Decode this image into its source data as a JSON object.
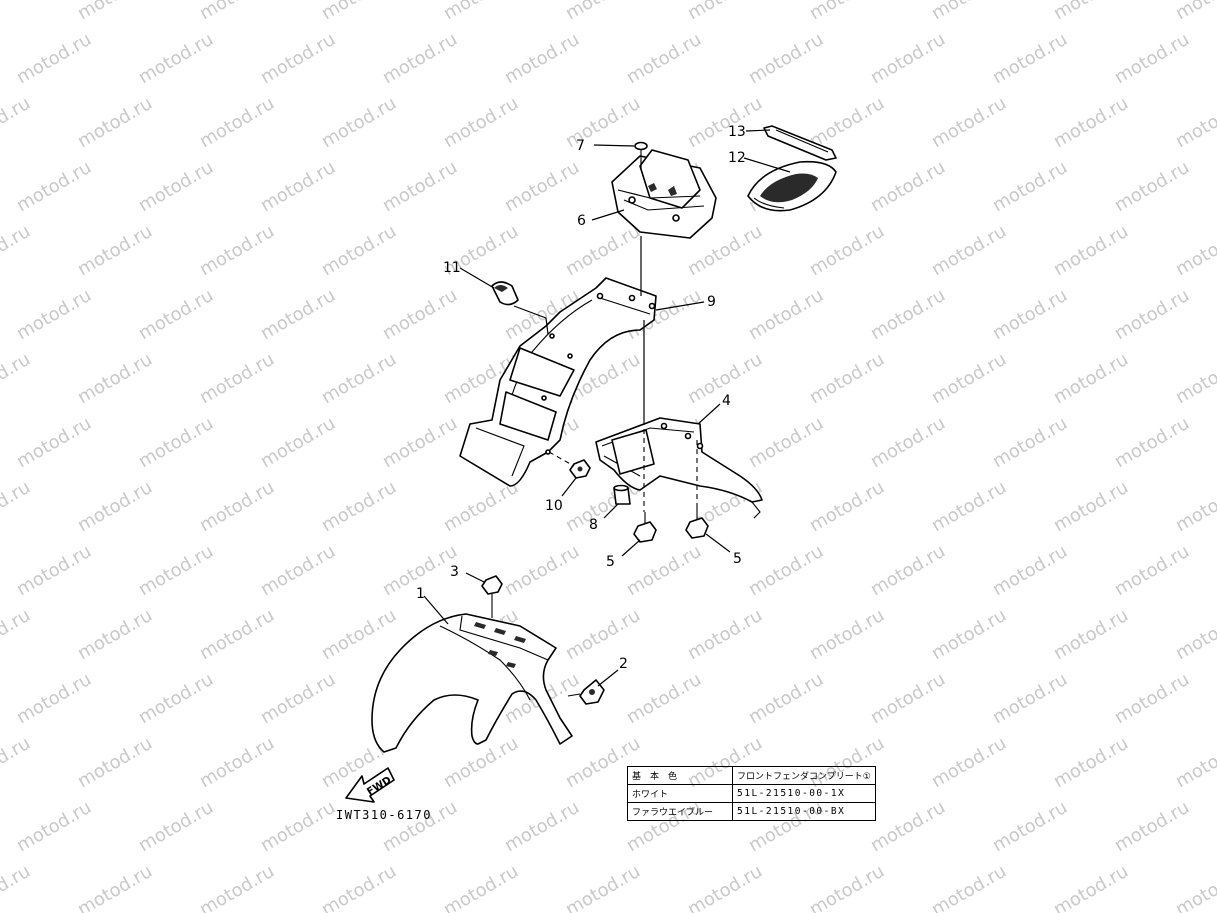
{
  "watermark": "motod.ru",
  "callouts": [
    "1",
    "2",
    "3",
    "4",
    "5",
    "5",
    "6",
    "7",
    "8",
    "9",
    "10",
    "11",
    "12",
    "13"
  ],
  "fwd_label": "FWD",
  "doc_code": "IWT310-6170",
  "table": {
    "header": [
      "基　本　色",
      "フロントフェンダコンプリート①"
    ],
    "rows": [
      [
        "ホワイト",
        "51L-21510-00-1X"
      ],
      [
        "ファラウエイブルー",
        "51L-21510-00-BX"
      ]
    ]
  }
}
